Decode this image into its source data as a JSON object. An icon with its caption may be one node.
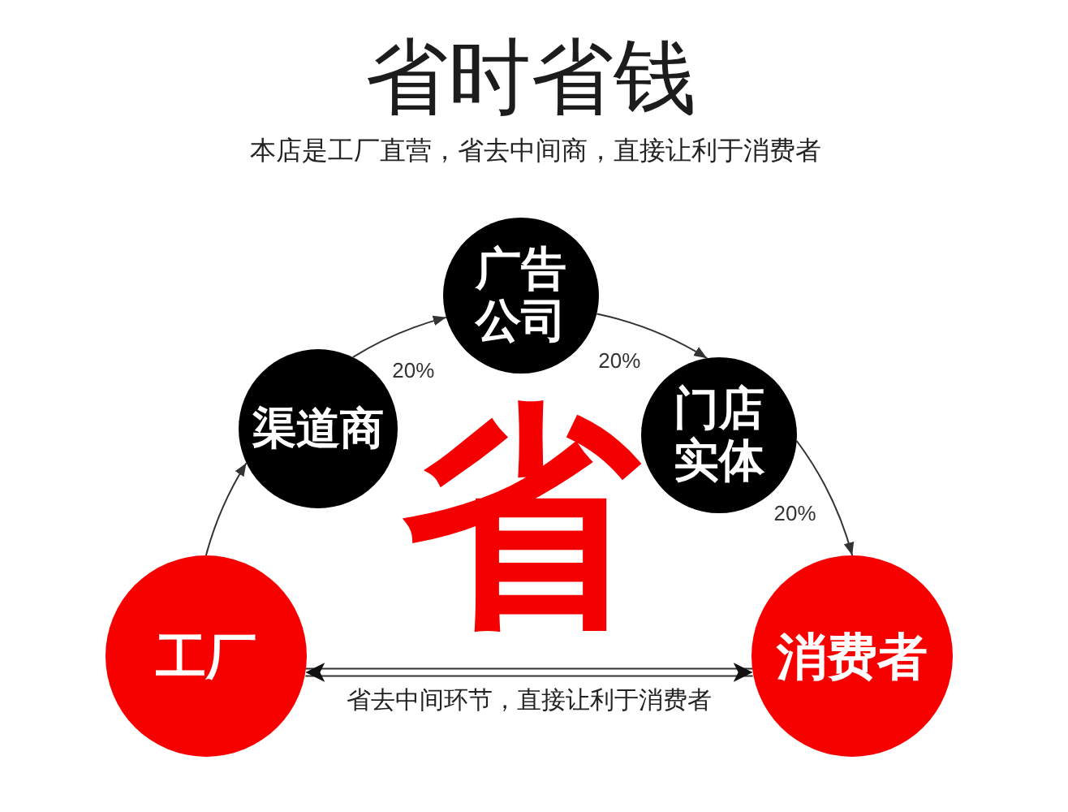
{
  "diagram": {
    "title": "省时省钱",
    "nodes": [
      {
        "text": [
          "广告公司"
        ]
      },
      {
        "text": [
          "渠道商"
        ]
      },
      {
        "text": [
          "门店实体"
        ]
      },
      {
        "text": [
          "工厂"
        ]
      },
      {
        "text": [
          "消费者"
        ]
      }
    ],
    "edges": [
      {
        "from": 3,
        "to": 1,
        "arrow": "to"
      },
      {
        "from": 1,
        "to": 0,
        "arrow": "to",
        "label": "20%"
      },
      {
        "from": 0,
        "to": 2,
        "arrow": "to",
        "label": "20%"
      },
      {
        "from": 2,
        "to": 4,
        "arrow": "to",
        "label": "20%"
      },
      {
        "from": 3,
        "to": 4,
        "arrow": "both",
        "label": "省去中间环节，直接让利于消费者"
      }
    ],
    "labels": [
      "本店是工厂直营，省去中间商，直接让利于消费者",
      "省"
    ]
  }
}
